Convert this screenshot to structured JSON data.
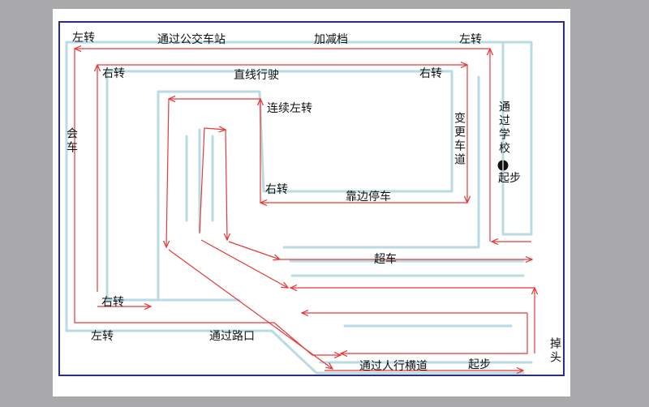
{
  "labels": {
    "left_turn_top_left": "左转",
    "pass_bus_stop": "通过公交车站",
    "add_gear": "加减档",
    "left_turn_top_right": "左转",
    "right_turn_inner_left": "右转",
    "straight_driving": "直线行驶",
    "right_turn_inner_right": "右转",
    "continuous_left_turn": "连续左转",
    "lane_change": "变更车道",
    "pass_school": "通过学校",
    "start_right": "起步",
    "meeting_cars": "会车",
    "right_turn_center": "右转",
    "pull_over": "靠边停车",
    "overtake": "超车",
    "right_turn_bottom_left": "右转",
    "left_turn_bottom_left": "左转",
    "pass_intersection": "通过路口",
    "u_turn": "掉头",
    "pass_crosswalk": "通过人行横道",
    "start_bottom": "起步"
  },
  "colors": {
    "route": "#e33a3a",
    "road": "#b9dbe4",
    "border": "#2b2c86",
    "start_marker": "#111111"
  },
  "icons": {
    "start_marker": "start-point-icon"
  }
}
